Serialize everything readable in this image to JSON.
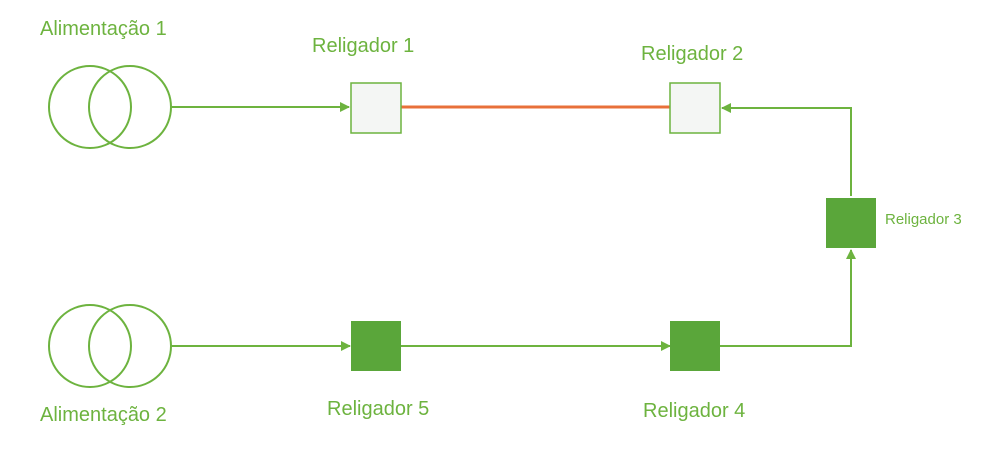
{
  "colors": {
    "green": "#6db33f",
    "green_fill": "#5aa63a",
    "orange": "#e8703a",
    "open_fill": "#f4f6f4"
  },
  "feeders": [
    {
      "label": "Alimentação 1"
    },
    {
      "label": "Alimentação 2"
    }
  ],
  "reclosers": [
    {
      "label": "Religador 1",
      "state": "open"
    },
    {
      "label": "Religador 2",
      "state": "open"
    },
    {
      "label": "Religador 3",
      "state": "closed"
    },
    {
      "label": "Religador 4",
      "state": "closed"
    },
    {
      "label": "Religador 5",
      "state": "closed"
    }
  ]
}
